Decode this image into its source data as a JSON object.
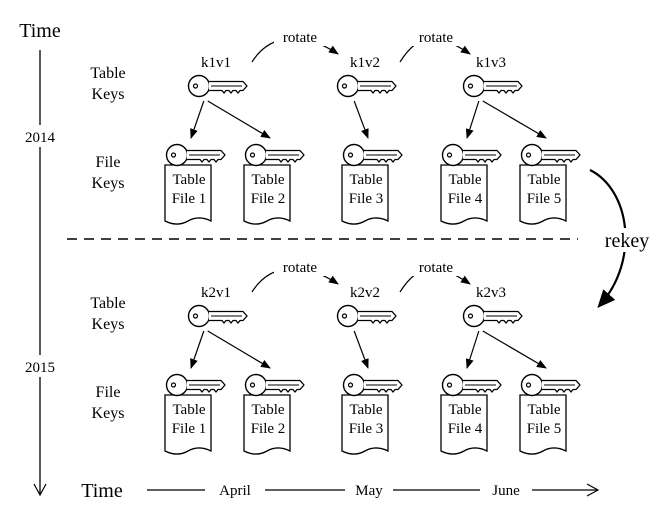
{
  "time_axis": {
    "vertical_label": "Time",
    "horizontal_label": "Time",
    "years": [
      "2014",
      "2015"
    ],
    "months": [
      "April",
      "May",
      "June"
    ]
  },
  "row_labels": {
    "table_keys": [
      "Table",
      "Keys"
    ],
    "file_keys": [
      "File",
      "Keys"
    ]
  },
  "rotate_label": "rotate",
  "rekey_label": "rekey",
  "rows": [
    {
      "year": "2014",
      "table_keys": [
        "k1v1",
        "k1v2",
        "k1v3"
      ],
      "files": [
        {
          "line1": "Table",
          "line2": "File 1"
        },
        {
          "line1": "Table",
          "line2": "File 2"
        },
        {
          "line1": "Table",
          "line2": "File 3"
        },
        {
          "line1": "Table",
          "line2": "File 4"
        },
        {
          "line1": "Table",
          "line2": "File 5"
        }
      ]
    },
    {
      "year": "2015",
      "table_keys": [
        "k2v1",
        "k2v2",
        "k2v3"
      ],
      "files": [
        {
          "line1": "Table",
          "line2": "File 1"
        },
        {
          "line1": "Table",
          "line2": "File 2"
        },
        {
          "line1": "Table",
          "line2": "File 3"
        },
        {
          "line1": "Table",
          "line2": "File 4"
        },
        {
          "line1": "Table",
          "line2": "File 5"
        }
      ]
    }
  ]
}
